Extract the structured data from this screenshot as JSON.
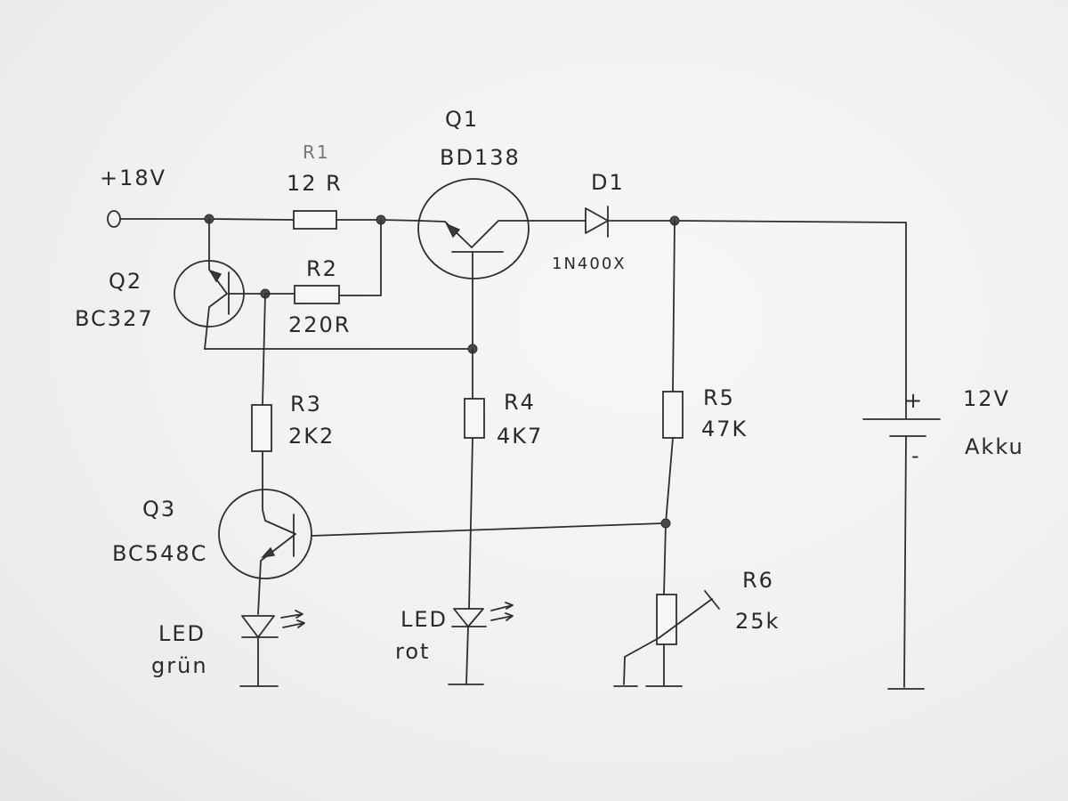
{
  "diagram": {
    "type": "hand-drawn circuit schematic",
    "supply": {
      "label": "+18V"
    },
    "battery": {
      "voltage": "12V",
      "name": "Akku",
      "plus": "+",
      "minus": "-"
    },
    "components": {
      "R1": {
        "ref": "R1",
        "value": "12 R"
      },
      "R2": {
        "ref": "R2",
        "value": "220R"
      },
      "R3": {
        "ref": "R3",
        "value": "2K2"
      },
      "R4": {
        "ref": "R4",
        "value": "4K7"
      },
      "R5": {
        "ref": "R5",
        "value": "47K"
      },
      "R6": {
        "ref": "R6",
        "value": "25k"
      },
      "Q1": {
        "ref": "Q1",
        "value": "BD138"
      },
      "Q2": {
        "ref": "Q2",
        "value": "BC327"
      },
      "Q3": {
        "ref": "Q3",
        "value": "BC548C"
      },
      "D1": {
        "ref": "D1",
        "value": "1N400X"
      },
      "LED_green": {
        "label": "LED",
        "color": "grün"
      },
      "LED_red": {
        "label": "LED",
        "color": "rot"
      }
    }
  }
}
